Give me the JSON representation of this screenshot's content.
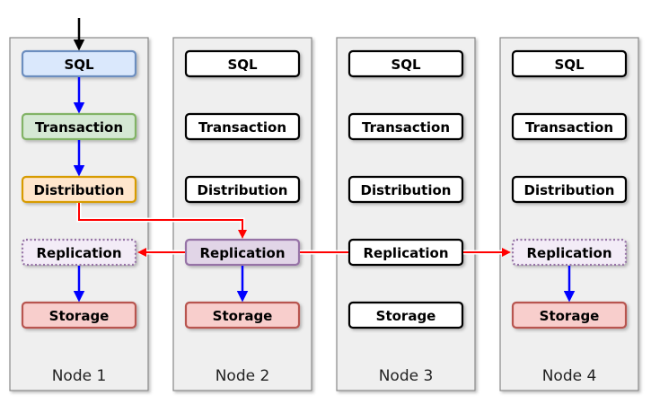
{
  "colors": {
    "node_fill": "#efefef",
    "node_stroke": "#888888",
    "sql_fill": "#dae8fc",
    "sql_stroke": "#6c8ebf",
    "transaction_fill": "#d5e8d4",
    "transaction_stroke": "#82b366",
    "distribution_fill": "#ffe6cc",
    "distribution_stroke": "#d79b00",
    "replication_fill": "#e1d5e7",
    "replication_stroke": "#9673a6",
    "storage_fill": "#f8cecc",
    "storage_stroke": "#b85450",
    "blue_arrow": "#0000ff",
    "red_arrow": "#ff0000",
    "black_arrow": "#000000"
  },
  "layers": {
    "sql": "SQL",
    "transaction": "Transaction",
    "distribution": "Distribution",
    "replication": "Replication",
    "storage": "Storage"
  },
  "nodes": [
    {
      "label": "Node 1"
    },
    {
      "label": "Node 2"
    },
    {
      "label": "Node 3"
    },
    {
      "label": "Node 4"
    }
  ]
}
